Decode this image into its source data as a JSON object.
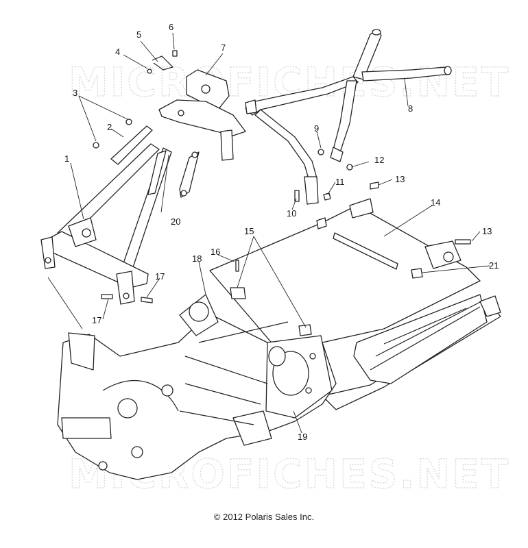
{
  "watermark_text": "MICROFICHES.NET",
  "copyright": "© 2012 Polaris Sales Inc.",
  "callouts": [
    "1",
    "2",
    "3",
    "4",
    "5",
    "6",
    "7",
    "8",
    "9",
    "10",
    "11",
    "12",
    "13",
    "13",
    "14",
    "15",
    "16",
    "17",
    "17",
    "18",
    "19",
    "20",
    "21"
  ]
}
